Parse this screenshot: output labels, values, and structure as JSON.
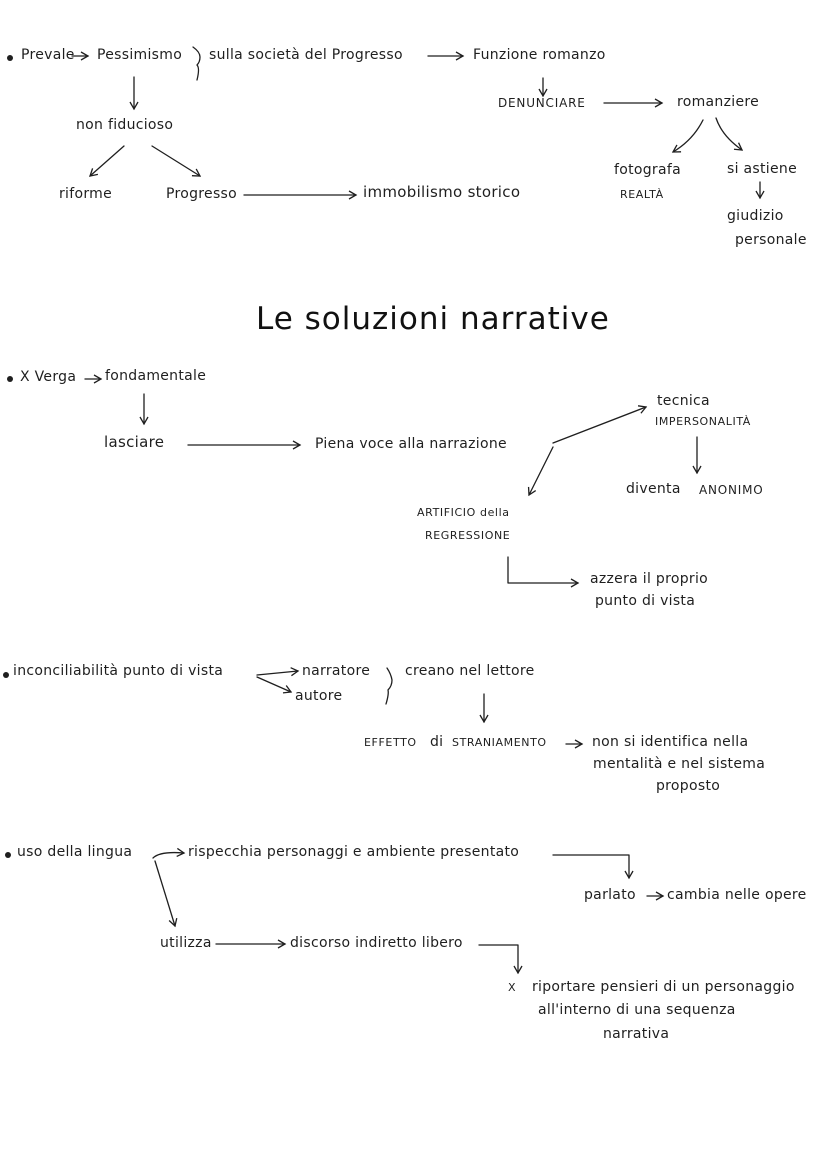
{
  "title": "Le soluzioni narrative",
  "section1": {
    "prevale": "Prevale",
    "pessimismo": "Pessimismo",
    "sulla_societa": "sulla società del Progresso",
    "funzione_romanzo": "Funzione romanzo",
    "non_fiducioso": "non fiducioso",
    "riforme": "riforme",
    "progresso": "Progresso",
    "immobilismo": "immobilismo storico",
    "denunciare": "DENUNCIARE",
    "romanziere": "romanziere",
    "fotografa": "fotografa",
    "realta": "REALTÀ",
    "si_astiene": "si astiene",
    "giudizio": "giudizio",
    "personale": "personale"
  },
  "section2": {
    "verga": "X Verga",
    "fondamentale": "fondamentale",
    "lasciare": "lasciare",
    "piena_voce": "Piena voce alla narrazione",
    "tecnica": "tecnica",
    "impersonalita": "IMPERSONALITÀ",
    "diventa": "diventa",
    "anonimo": "ANONIMO",
    "artificio": "ARTIFICIO della",
    "regressione": "REGRESSIONE",
    "azzera": "azzera il proprio",
    "punto_vista": "punto di vista"
  },
  "section3": {
    "inconciliabilita": "inconciliabilità punto di vista",
    "narratore": "narratore",
    "autore": "autore",
    "creano": "creano nel lettore",
    "effetto": "EFFETTO",
    "di": "di",
    "straniamento": "STRANIAMENTO",
    "non_si_identifica": "non si identifica nella",
    "mentalita": "mentalità e nel sistema",
    "proposto": "proposto"
  },
  "section4": {
    "uso_lingua": "uso della lingua",
    "rispecchia": "rispecchia personaggi e ambiente presentato",
    "parlato": "parlato",
    "cambia": "cambia nelle opere",
    "utilizza": "utilizza",
    "discorso": "discorso indiretto libero",
    "x": "X",
    "riportare": "riportare pensieri di un personaggio",
    "allinterno": "all'interno di una sequenza",
    "narrativa": "narrativa"
  }
}
